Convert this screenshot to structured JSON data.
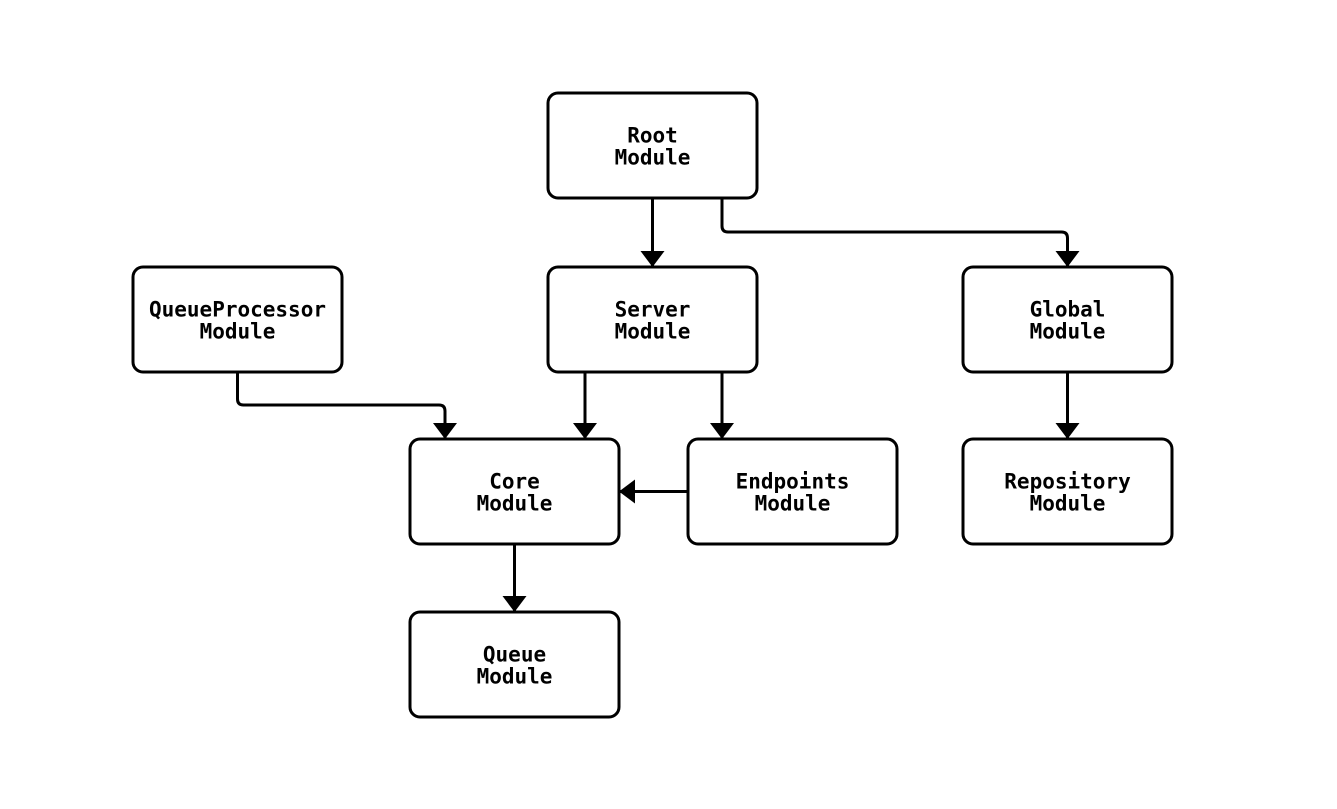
{
  "diagram": {
    "type": "flowchart",
    "direction": "top-down",
    "colors": {
      "background": "#ffffff",
      "node_fill": "#ffffff",
      "node_stroke": "#000000",
      "edge_stroke": "#000000",
      "text": "#000000"
    },
    "nodes": {
      "root": {
        "line1": "Root",
        "line2": "Module"
      },
      "queueprocessor": {
        "line1": "QueueProcessor",
        "line2": "Module"
      },
      "server": {
        "line1": "Server",
        "line2": "Module"
      },
      "global": {
        "line1": "Global",
        "line2": "Module"
      },
      "core": {
        "line1": "Core",
        "line2": "Module"
      },
      "endpoints": {
        "line1": "Endpoints",
        "line2": "Module"
      },
      "repository": {
        "line1": "Repository",
        "line2": "Module"
      },
      "queue": {
        "line1": "Queue",
        "line2": "Module"
      }
    },
    "edges": [
      {
        "from": "Root Module",
        "to": "Server Module"
      },
      {
        "from": "Root Module",
        "to": "Global Module"
      },
      {
        "from": "QueueProcessor Module",
        "to": "Core Module"
      },
      {
        "from": "Server Module",
        "to": "Core Module"
      },
      {
        "from": "Server Module",
        "to": "Endpoints Module"
      },
      {
        "from": "Endpoints Module",
        "to": "Core Module"
      },
      {
        "from": "Global Module",
        "to": "Repository Module"
      },
      {
        "from": "Core Module",
        "to": "Queue Module"
      }
    ]
  }
}
